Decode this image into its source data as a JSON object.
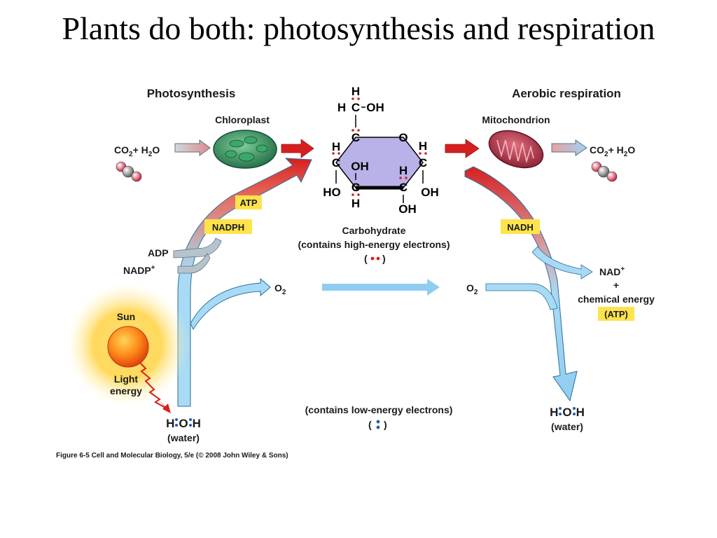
{
  "title": "Plants do both: photosynthesis and respiration",
  "photosynthesis": {
    "heading": "Photosynthesis",
    "organelle": "Chloroplast",
    "reactant_co2": "CO",
    "reactant_plus_h2o": "+ H",
    "reactant_o": "O",
    "atp": "ATP",
    "nadph": "NADPH",
    "adp": "ADP",
    "nadp": "NADP",
    "nadp_sup": "+",
    "o2": "O"
  },
  "sun": {
    "label": "Sun",
    "light_line1": "Light",
    "light_line2": "energy"
  },
  "water_left": {
    "formula_h1": "H",
    "formula_o": "O",
    "formula_h2": "H",
    "label": "(water)"
  },
  "carbohydrate": {
    "label_line1": "Carbohydrate",
    "label_line2": "(contains high-energy electrons)",
    "dots_open": "(",
    "dots_close": ")"
  },
  "low_energy": {
    "label": "(contains low-energy electrons)",
    "dots_open": "(",
    "dots_close": ")"
  },
  "glucose_atoms": {
    "h": "H",
    "c": "C",
    "o": "O",
    "oh": "OH",
    "ho": "HO"
  },
  "respiration": {
    "heading": "Aerobic respiration",
    "organelle": "Mitochondrion",
    "product_co2": "CO",
    "product_plus_h2o": "+ H",
    "product_o": "O",
    "nadh": "NADH",
    "nad": "NAD",
    "nad_sup": "+",
    "plus": "+",
    "chemical_energy": "chemical energy",
    "atp": "(ATP)",
    "o2": "O"
  },
  "water_right": {
    "formula_h1": "H",
    "formula_o": "O",
    "formula_h2": "H",
    "label": "(water)"
  },
  "subscript_2": "2",
  "credit": "Figure 6-5  Cell and Molecular Biology, 5/e (© 2008 John Wiley & Sons)",
  "colors": {
    "red_arrow": "#d62020",
    "blue_arrow": "#8fcdf0",
    "blue_outline": "#2b6f9e",
    "yellow_box": "#ffe34d",
    "glucose_fill": "#b8b2e8",
    "chloroplast": "#2e8b57",
    "mitochondrion": "#b0324a",
    "sun": "#ff8c1a"
  }
}
